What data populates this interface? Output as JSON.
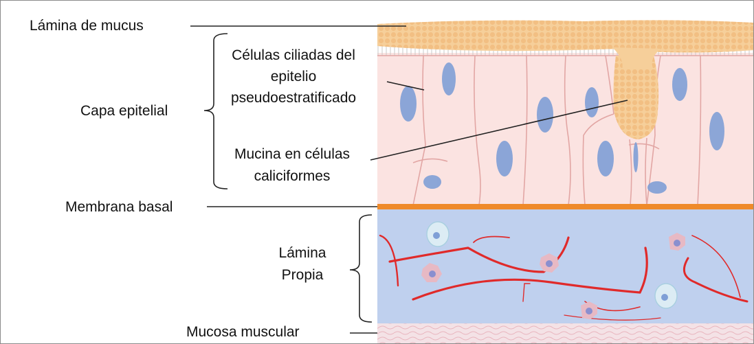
{
  "labels": {
    "mucus_layer": "Lámina de mucus",
    "ciliated_cells": [
      "Células ciliadas del",
      "epitelio",
      "pseudoestratificado"
    ],
    "epithelial_layer": "Capa epitelial",
    "goblet_mucin": [
      "Mucina en células",
      "caliciformes"
    ],
    "basement_membrane": "Membrana basal",
    "lamina_propria": [
      "Lámina",
      "Propia"
    ],
    "muscularis_mucosae": "Mucosa muscular"
  },
  "colors": {
    "mucus": "#f6cf9a",
    "epithelium": "#fbe3e1",
    "cell_border": "#e2a6a4",
    "nucleus": "#7f9fd6",
    "basement_membrane": "#ef8a2a",
    "lamina_propria": "#bfd0ee",
    "fibers": "#e02a2a",
    "muscularis": "#f4e2e6"
  }
}
